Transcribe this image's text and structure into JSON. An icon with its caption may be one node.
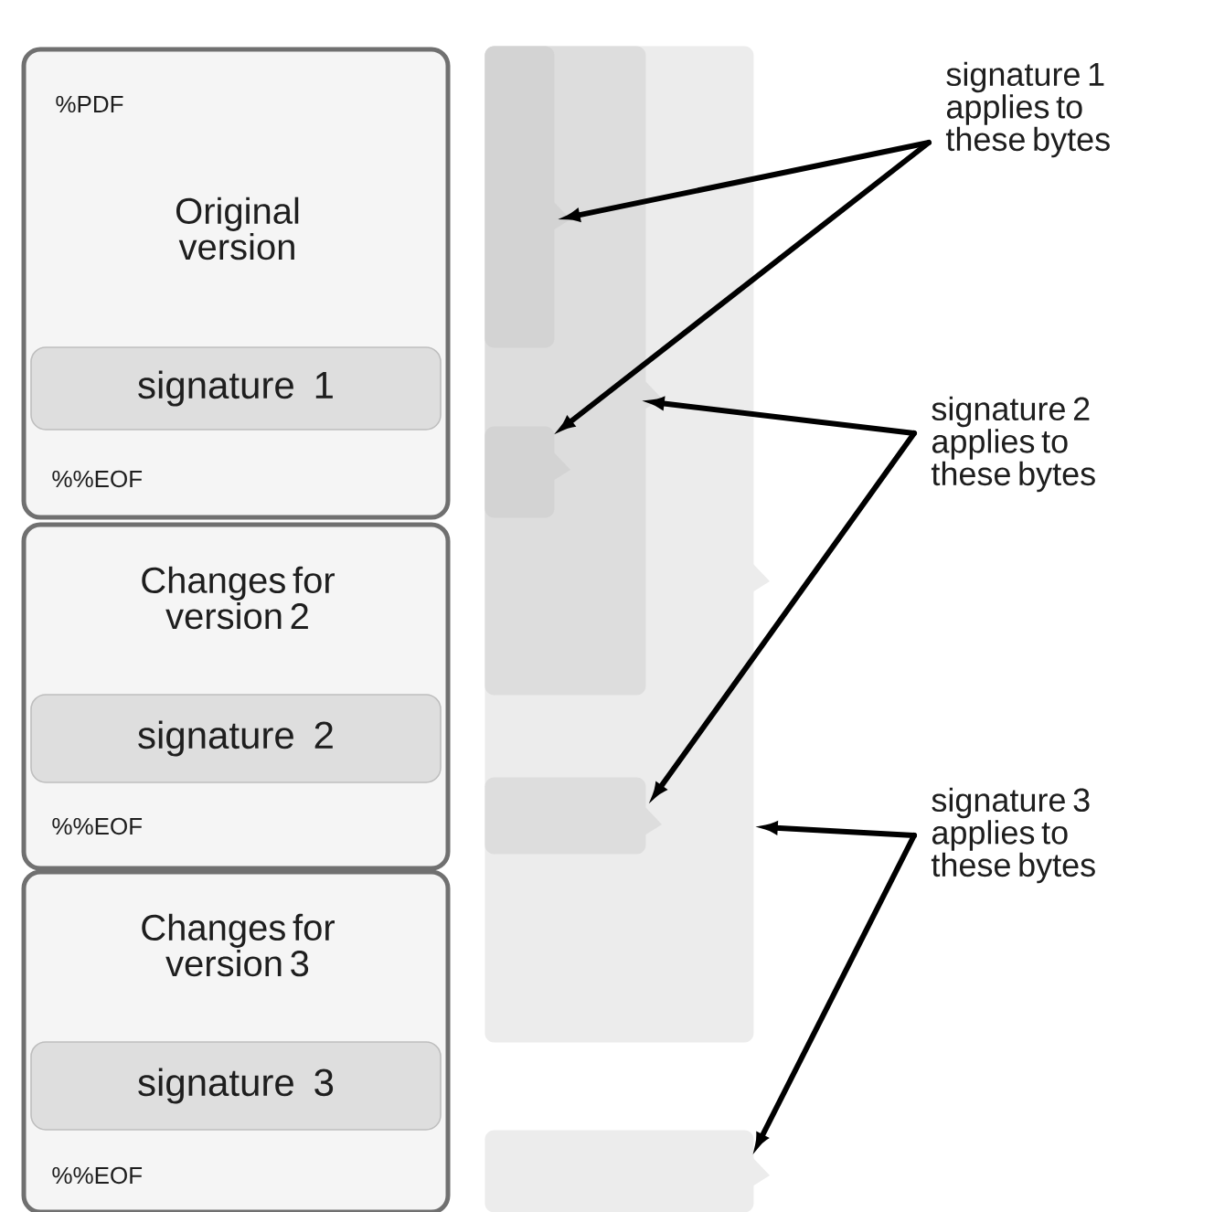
{
  "diagram": {
    "nodes": [
      {
        "text": [
          "%PDF",
          "Original version",
          "%%EOF"
        ]
      },
      {
        "text": [
          "signature 1"
        ],
        "in": 0
      },
      {
        "text": [
          "Changes for version 2",
          "%%EOF"
        ]
      },
      {
        "text": [
          "signature 2"
        ],
        "in": 2
      },
      {
        "text": [
          "Changes for version 3",
          "%%EOF"
        ]
      },
      {
        "text": [
          "signature 3"
        ],
        "in": 4
      },
      {
        "text": [],
        "shape": "bar",
        "in": 8
      },
      {
        "text": [],
        "shape": "bar",
        "in": 8
      },
      {
        "text": [],
        "shape": "bar",
        "in": 10
      },
      {
        "text": [],
        "shape": "bar",
        "in": 10
      },
      {
        "text": [],
        "shape": "bar"
      },
      {
        "text": [],
        "shape": "bar"
      },
      {
        "text": [
          "signature 1 applies to these bytes"
        ]
      },
      {
        "text": [
          "signature 2 applies to these bytes"
        ]
      },
      {
        "text": [
          "signature 3 applies to these bytes"
        ]
      }
    ],
    "edges": [
      {
        "from": 12,
        "to": 6,
        "arrow": "to"
      },
      {
        "from": 12,
        "to": 7,
        "arrow": "to"
      },
      {
        "from": 13,
        "to": 8,
        "arrow": "to"
      },
      {
        "from": 13,
        "to": 9,
        "arrow": "to"
      },
      {
        "from": 14,
        "to": 10,
        "arrow": "to"
      },
      {
        "from": 14,
        "to": 11,
        "arrow": "to"
      }
    ]
  }
}
